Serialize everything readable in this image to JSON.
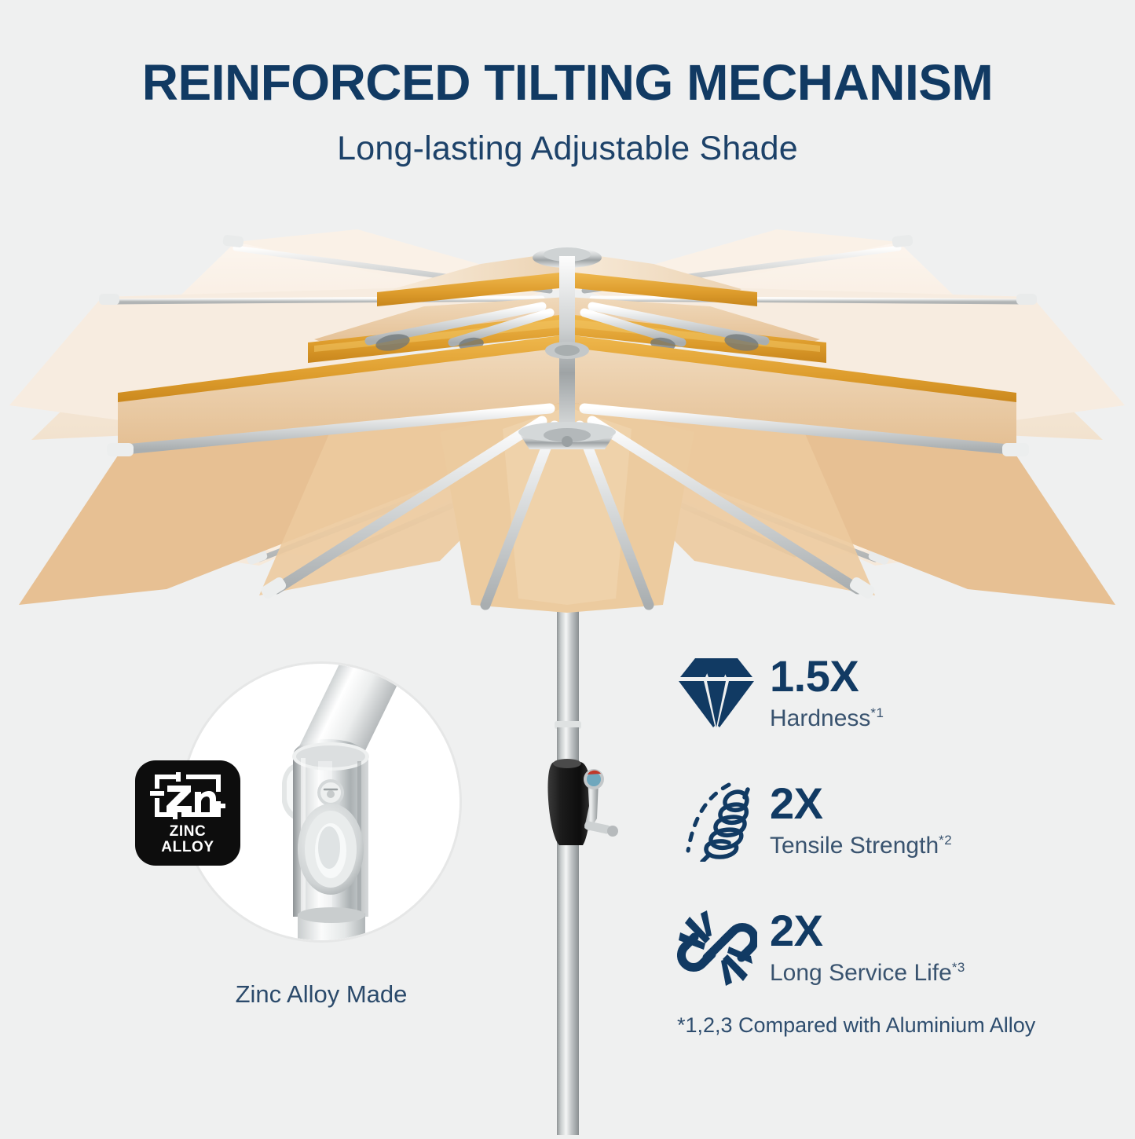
{
  "header": {
    "headline": "REINFORCED TILTING MECHANISM",
    "subhead": "Long-lasting Adjustable Shade"
  },
  "colors": {
    "background": "#eff0f0",
    "navy": "#113a63",
    "slate": "#39536f",
    "canopy_beige": "#e8c79a",
    "canopy_cream": "#f6e6d2",
    "canopy_gold": "#e0a33a",
    "metal": "#b9bcbd",
    "badge_black": "#0d0d0d"
  },
  "inset": {
    "caption": "Zinc Alloy Made",
    "badge": {
      "symbol": "Zn",
      "line1": "ZINC",
      "line2": "ALLOY"
    }
  },
  "features": [
    {
      "icon": "diamond-icon",
      "value": "1.5X",
      "label": "Hardness",
      "superscript": "*1"
    },
    {
      "icon": "spring-icon",
      "value": "2X",
      "label": "Tensile Strength",
      "superscript": "*2"
    },
    {
      "icon": "broken-chain-icon",
      "value": "2X",
      "label": "Long Service Life",
      "superscript": "*3"
    }
  ],
  "footnote": "*1,2,3 Compared with Aluminium Alloy"
}
